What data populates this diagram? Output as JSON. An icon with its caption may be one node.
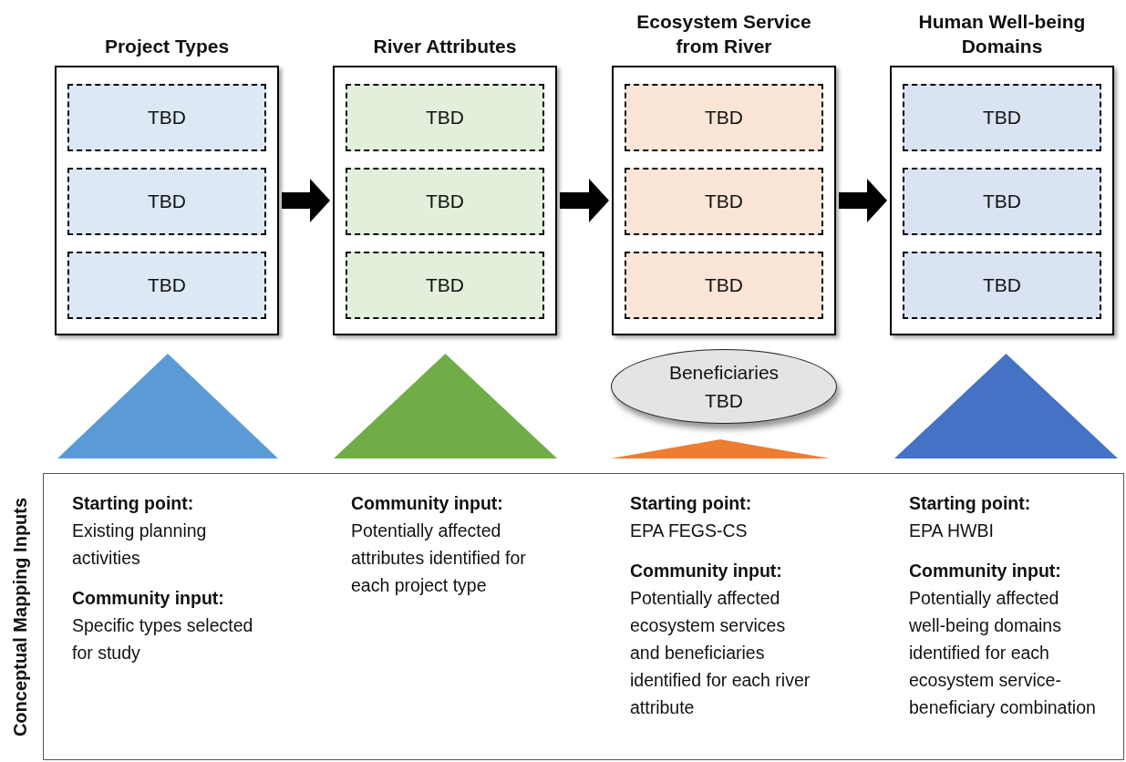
{
  "diagram": {
    "nodes": [
      {
        "text": [
          "Project Types"
        ]
      },
      {
        "text": [
          "TBD"
        ],
        "in": 0
      },
      {
        "text": [
          "TBD"
        ],
        "in": 0
      },
      {
        "text": [
          "TBD"
        ],
        "in": 0
      },
      {
        "text": [
          "River Attributes"
        ]
      },
      {
        "text": [
          "TBD"
        ],
        "in": 4
      },
      {
        "text": [
          "TBD"
        ],
        "in": 4
      },
      {
        "text": [
          "TBD"
        ],
        "in": 4
      },
      {
        "text": [
          "Ecosystem Service from River"
        ]
      },
      {
        "text": [
          "TBD"
        ],
        "in": 8
      },
      {
        "text": [
          "TBD"
        ],
        "in": 8
      },
      {
        "text": [
          "TBD"
        ],
        "in": 8
      },
      {
        "text": [
          "Human Well-being Domains"
        ]
      },
      {
        "text": [
          "TBD"
        ],
        "in": 12
      },
      {
        "text": [
          "TBD"
        ],
        "in": 12
      },
      {
        "text": [
          "TBD"
        ],
        "in": 12
      },
      {
        "text": [],
        "shape": "triangle"
      },
      {
        "text": [],
        "shape": "triangle"
      },
      {
        "text": [
          "Beneficiaries TBD"
        ]
      },
      {
        "text": [],
        "shape": "triangle"
      },
      {
        "text": [],
        "shape": "triangle"
      },
      {
        "text": [
          "Conceptual Mapping Inputs",
          "Starting point:",
          "Existing planning activities",
          "Community input:",
          "Specific types selected for study",
          "Community input:",
          "Potentially affected attributes identified for each project type",
          "Starting point:",
          "EPA FEGS-CS",
          "Community input:",
          "Potentially affected ecosystem services and beneficiaries identified for each river attribute",
          "Starting point:",
          "EPA HWBI",
          "Community input:",
          "Potentially affected well-being domains identified for each ecosystem service-beneficiary combination"
        ]
      }
    ],
    "edges": [
      {
        "from": 0,
        "to": 4,
        "arrow": "to"
      },
      {
        "from": 4,
        "to": 8,
        "arrow": "to"
      },
      {
        "from": 8,
        "to": 12,
        "arrow": "to"
      }
    ]
  }
}
